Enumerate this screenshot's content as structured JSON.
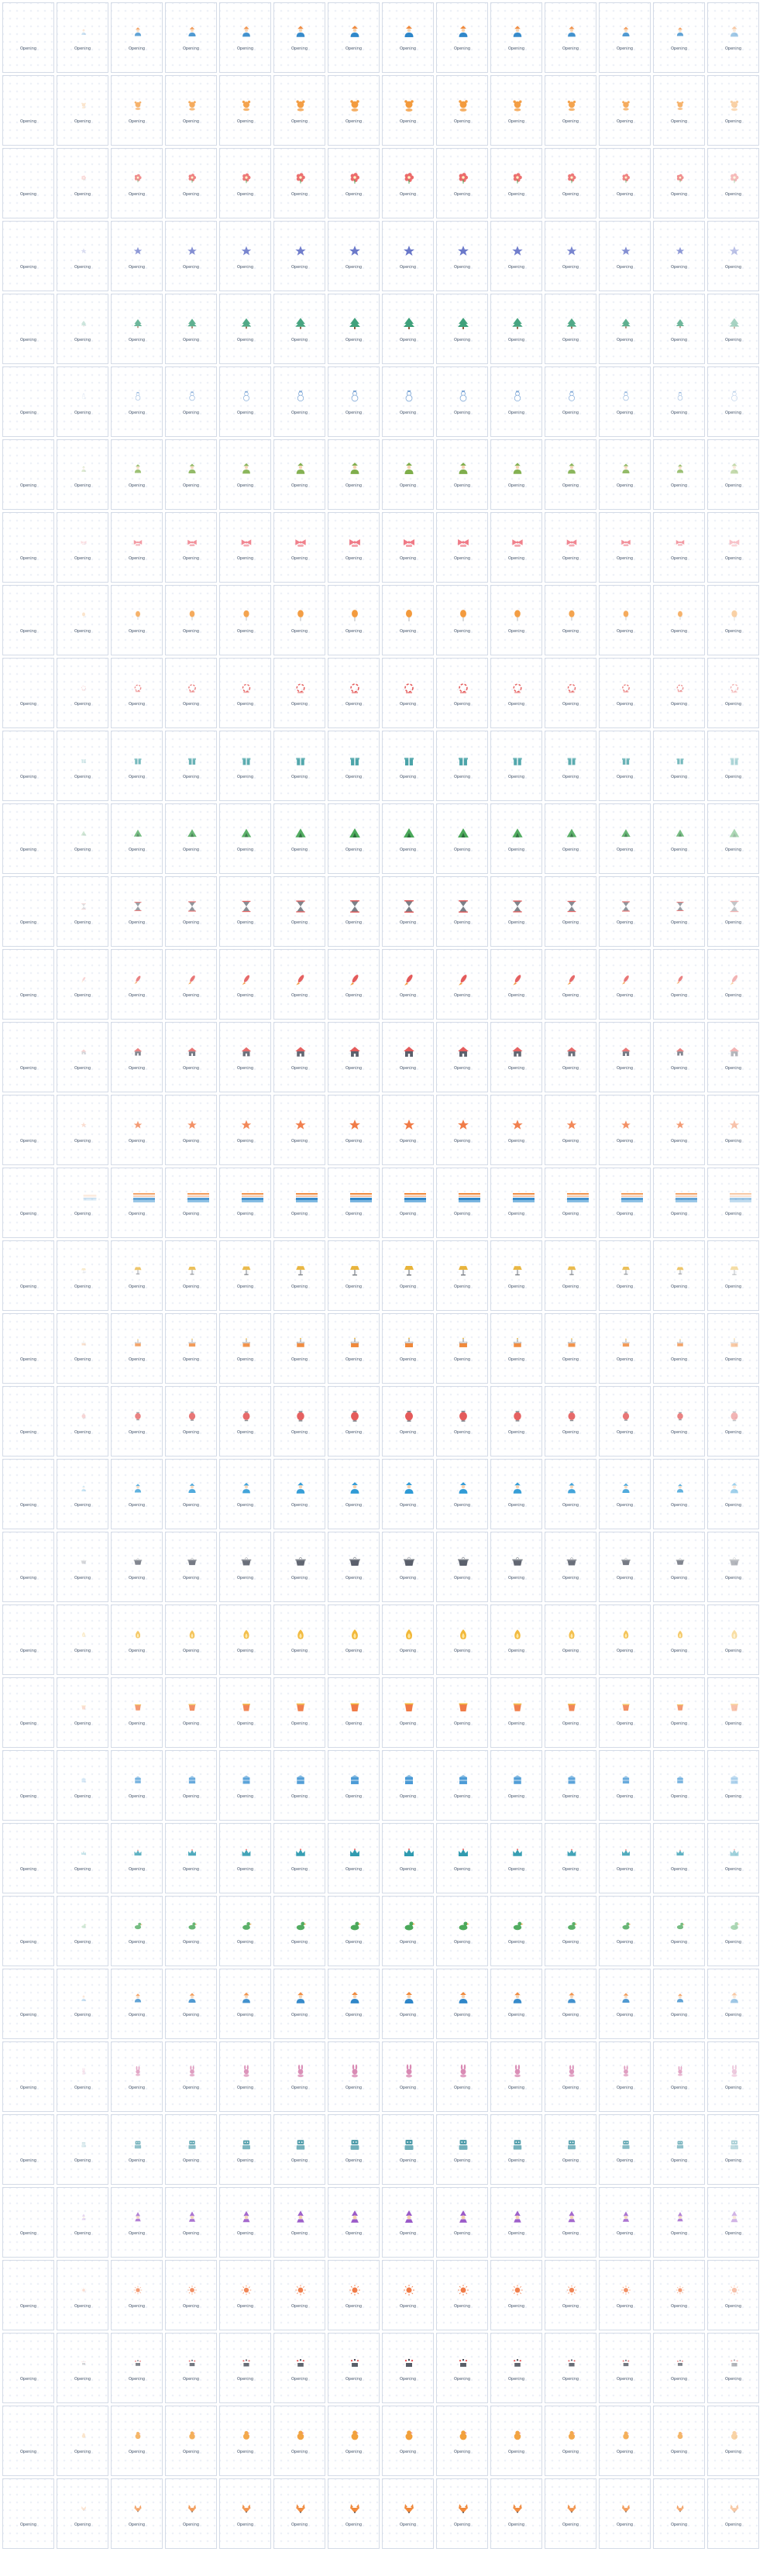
{
  "grid": {
    "columns": 14,
    "rows": 35,
    "frame_labels": [
      "Opening",
      "Opening",
      "Opening",
      "Opening",
      "Opening",
      "Opening",
      "Opening",
      "Opening",
      "Opening",
      "Opening",
      "Opening",
      "Opening",
      "Opening",
      "Opening"
    ]
  },
  "rows": [
    {
      "name": "people-with-orange-hat",
      "icon": "person-icon",
      "color": "#f0883a",
      "accent": "#2e86c9"
    },
    {
      "name": "rotating-bear",
      "icon": "bear-icon",
      "color": "#f39a3c",
      "accent": "#f39a3c"
    },
    {
      "name": "spinning-flower",
      "icon": "flower-icon",
      "color": "#ec6a6a",
      "accent": "#ec6a6a"
    },
    {
      "name": "star-shape",
      "icon": "star-icon",
      "color": "#6a78c9",
      "accent": "#6a78c9"
    },
    {
      "name": "cheerful-tree",
      "icon": "tree-icon",
      "color": "#3ea07a",
      "accent": "#3ea07a"
    },
    {
      "name": "snow-fall",
      "icon": "snowman-icon",
      "color": "#7ba5d6",
      "accent": "#7ba5d6"
    },
    {
      "name": "green-man",
      "icon": "person-icon",
      "color": "#7eae4a",
      "accent": "#7eae4a"
    },
    {
      "name": "red-heart-bow",
      "icon": "bow-icon",
      "color": "#f07a86",
      "accent": "#f07a86"
    },
    {
      "name": "orange-balloon",
      "icon": "balloon-icon",
      "color": "#f39a3c",
      "accent": "#f39a3c"
    },
    {
      "name": "red-spinner",
      "icon": "spinner-icon",
      "color": "#e45a5a",
      "accent": "#e45a5a"
    },
    {
      "name": "teal-gift",
      "icon": "gift-icon",
      "color": "#4aa3a8",
      "accent": "#4aa3a8"
    },
    {
      "name": "green-tent",
      "icon": "tent-icon",
      "color": "#4aa85a",
      "accent": "#4aa85a"
    },
    {
      "name": "gray-hourglass",
      "icon": "hourglass-icon",
      "color": "#7a7f87",
      "accent": "#e45a5a"
    },
    {
      "name": "red-rocket",
      "icon": "rocket-icon",
      "color": "#e45a5a",
      "accent": "#f39a3c"
    },
    {
      "name": "dark-house",
      "icon": "house-icon",
      "color": "#5a5f6b",
      "accent": "#e45a5a"
    },
    {
      "name": "orange-star",
      "icon": "star-icon",
      "color": "#f07a46",
      "accent": "#f07a46"
    },
    {
      "name": "progress-bars",
      "icon": "bars-icon",
      "color": "#2e86c9",
      "accent": "#f0883a"
    },
    {
      "name": "yellow-lamp",
      "icon": "lamp-icon",
      "color": "#e8b43a",
      "accent": "#7a7f87"
    },
    {
      "name": "orange-cake",
      "icon": "cake-icon",
      "color": "#f0883a",
      "accent": "#7a7f87"
    },
    {
      "name": "red-lantern",
      "icon": "lantern-icon",
      "color": "#e45a5a",
      "accent": "#7a7f87"
    },
    {
      "name": "blue-person",
      "icon": "person-icon",
      "color": "#2e9ad6",
      "accent": "#2e9ad6"
    },
    {
      "name": "gray-pot",
      "icon": "pot-icon",
      "color": "#5a5f6b",
      "accent": "#7a7f87"
    },
    {
      "name": "yellow-flame",
      "icon": "flame-icon",
      "color": "#f2b838",
      "accent": "#f2b838"
    },
    {
      "name": "orange-cup",
      "icon": "cup-icon",
      "color": "#f07a46",
      "accent": "#f2b838"
    },
    {
      "name": "blue-box",
      "icon": "box-icon",
      "color": "#4a9ad6",
      "accent": "#4a9ad6"
    },
    {
      "name": "teal-crown",
      "icon": "crown-icon",
      "color": "#2e9ab0",
      "accent": "#e45a5a"
    },
    {
      "name": "green-duck",
      "icon": "duck-icon",
      "color": "#4aa85a",
      "accent": "#4aa85a"
    },
    {
      "name": "orange-blue-person",
      "icon": "person-icon",
      "color": "#f0883a",
      "accent": "#2e86c9"
    },
    {
      "name": "pink-bunny",
      "icon": "bunny-icon",
      "color": "#d98ab4",
      "accent": "#d98ab4"
    },
    {
      "name": "teal-robot",
      "icon": "robot-icon",
      "color": "#4a9aa8",
      "accent": "#4a9aa8"
    },
    {
      "name": "purple-wizard",
      "icon": "wizard-icon",
      "color": "#9a5ac9",
      "accent": "#9a5ac9"
    },
    {
      "name": "orange-sun",
      "icon": "sun-icon",
      "color": "#f07a46",
      "accent": "#f07a46"
    },
    {
      "name": "dark-dots",
      "icon": "dots-icon",
      "color": "#3a3f4b",
      "accent": "#e45a5a"
    },
    {
      "name": "orange-chick",
      "icon": "chick-icon",
      "color": "#f2a03a",
      "accent": "#f2a03a"
    },
    {
      "name": "orange-fox",
      "icon": "fox-icon",
      "color": "#f0883a",
      "accent": "#f0883a"
    }
  ]
}
